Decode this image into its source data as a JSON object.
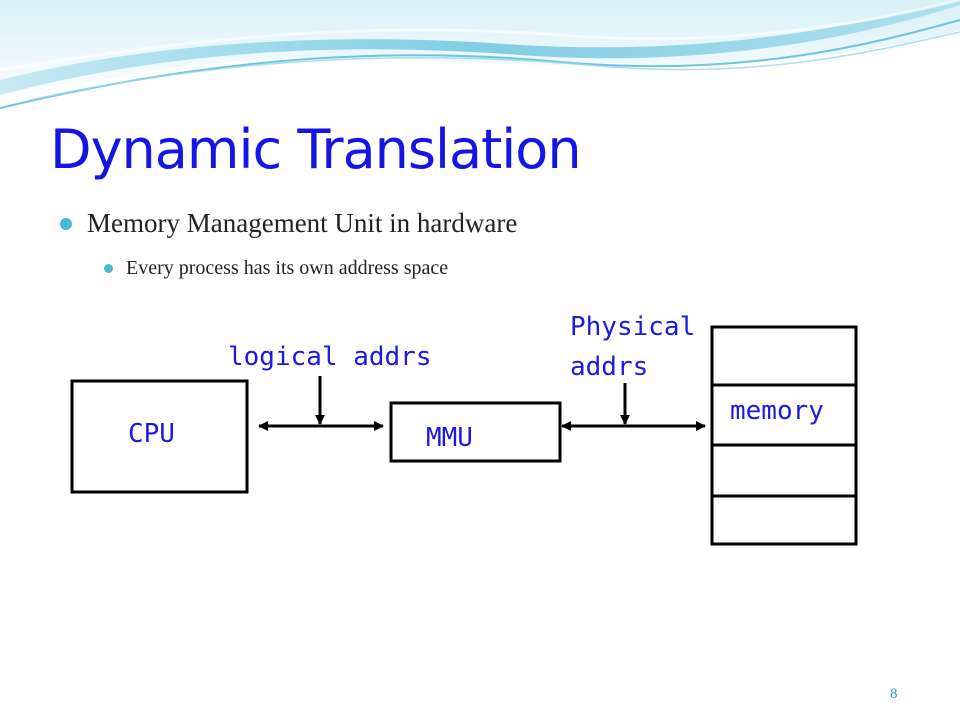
{
  "slide": {
    "title": "Dynamic Translation",
    "bullets": [
      {
        "text": "Memory Management Unit in hardware",
        "level": 1
      },
      {
        "text": "Every process has its own address space",
        "level": 2
      }
    ],
    "page_number": "8"
  },
  "diagram": {
    "cpu_label": "CPU",
    "mmu_label": "MMU",
    "memory_label": "memory",
    "logical_label": "logical addrs",
    "physical_label_line1": "Physical",
    "physical_label_line2": "addrs"
  },
  "colors": {
    "title": "#1515e6",
    "label": "#1a1ae0",
    "bullet": "#4fb7d6",
    "wave": "#6fc6e0"
  }
}
